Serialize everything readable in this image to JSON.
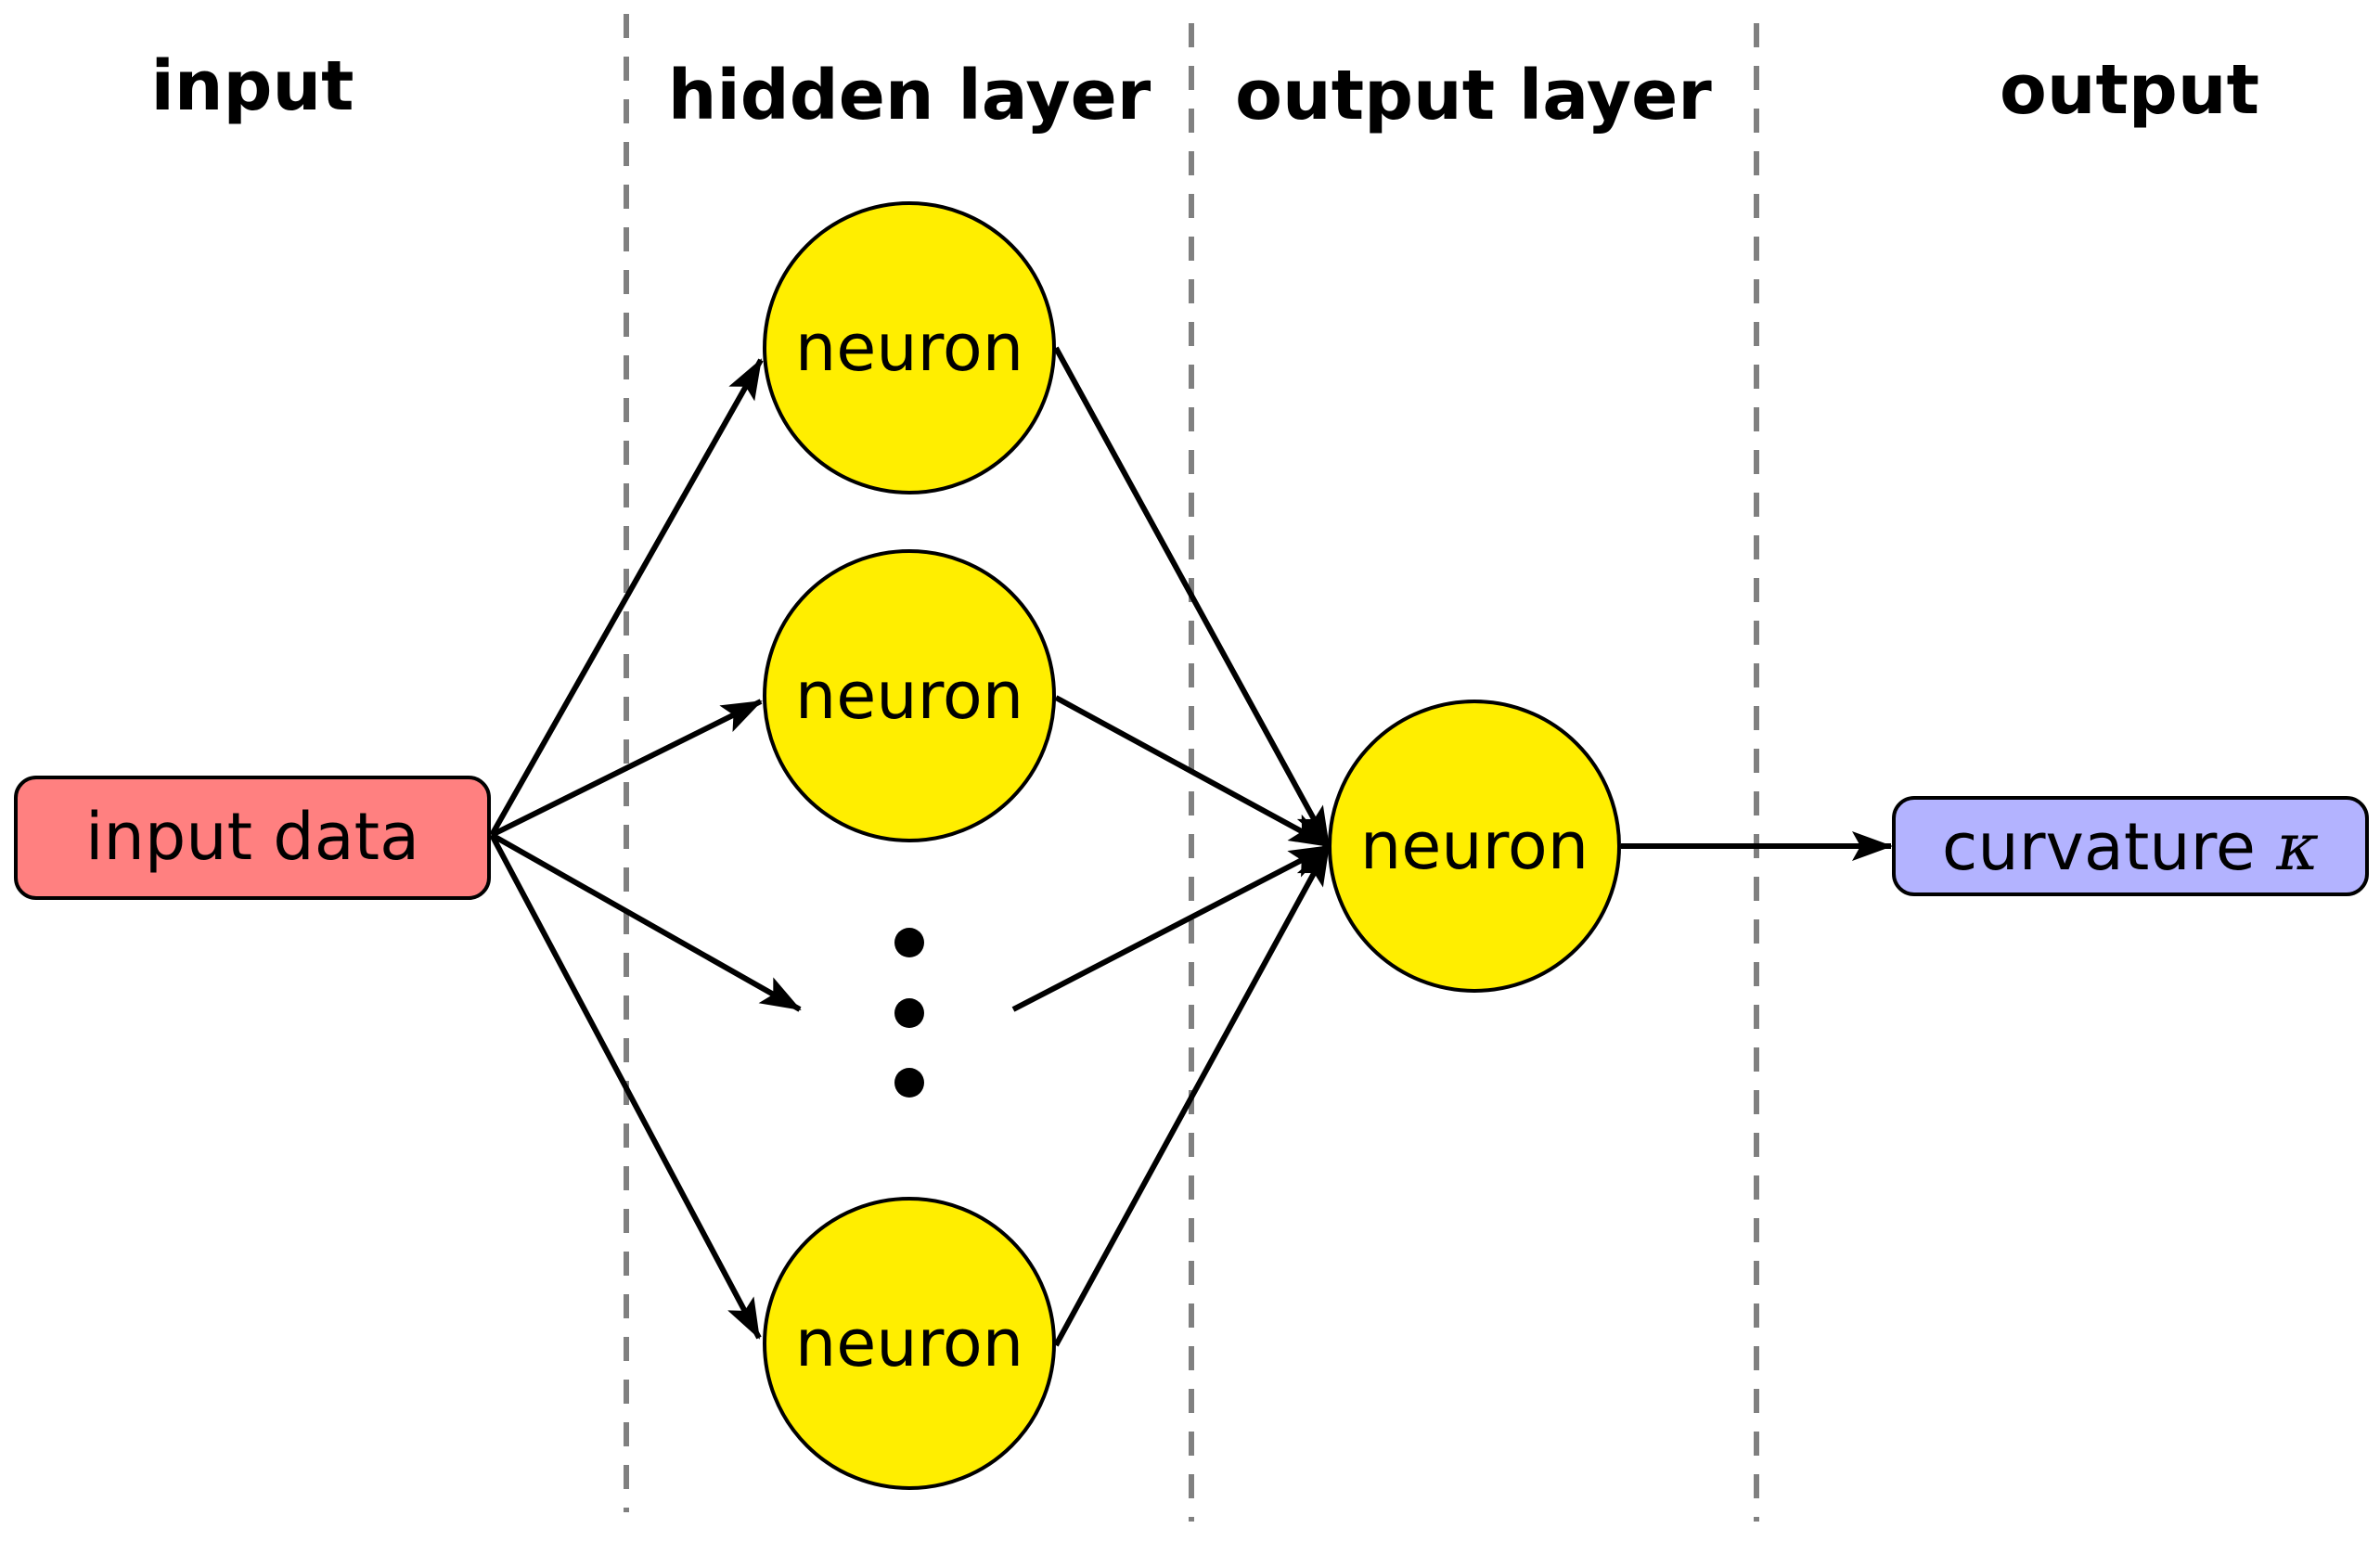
{
  "titles": {
    "input": "input",
    "hidden": "hidden layer",
    "output_layer": "output layer",
    "output": "output"
  },
  "nodes": {
    "input_box": "input data",
    "neuron": "neuron",
    "output_box": "curvature",
    "output_symbol": "κ"
  },
  "colors": {
    "input_box_fill": "#ff8080",
    "neuron_fill": "#ffee00",
    "output_box_fill": "#b3b3ff",
    "separator": "#808080"
  }
}
